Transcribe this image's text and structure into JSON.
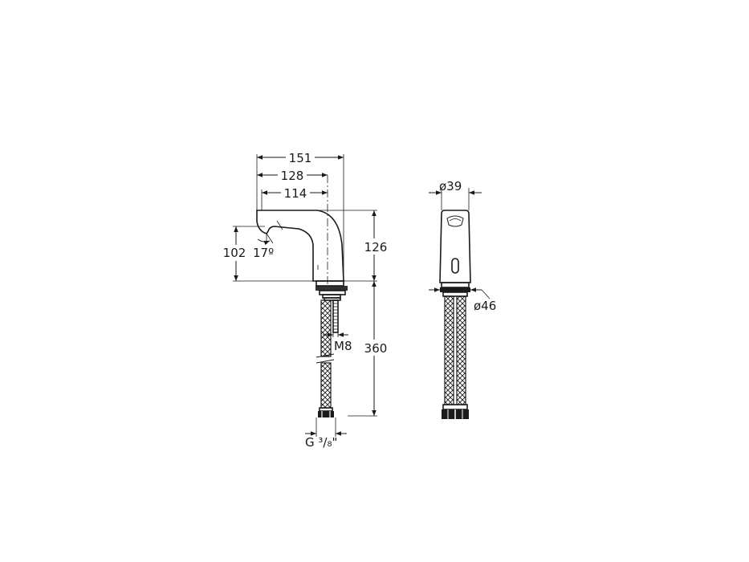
{
  "dimensions": {
    "width_total": "151",
    "width_center": "128",
    "width_spout": "114",
    "height_body": "126",
    "height_spout": "102",
    "spout_angle": "17º",
    "hose_length": "360",
    "thread": "M8",
    "connection": "G ³/₈\"",
    "body_diameter": "ø39",
    "base_diameter": "ø46"
  }
}
